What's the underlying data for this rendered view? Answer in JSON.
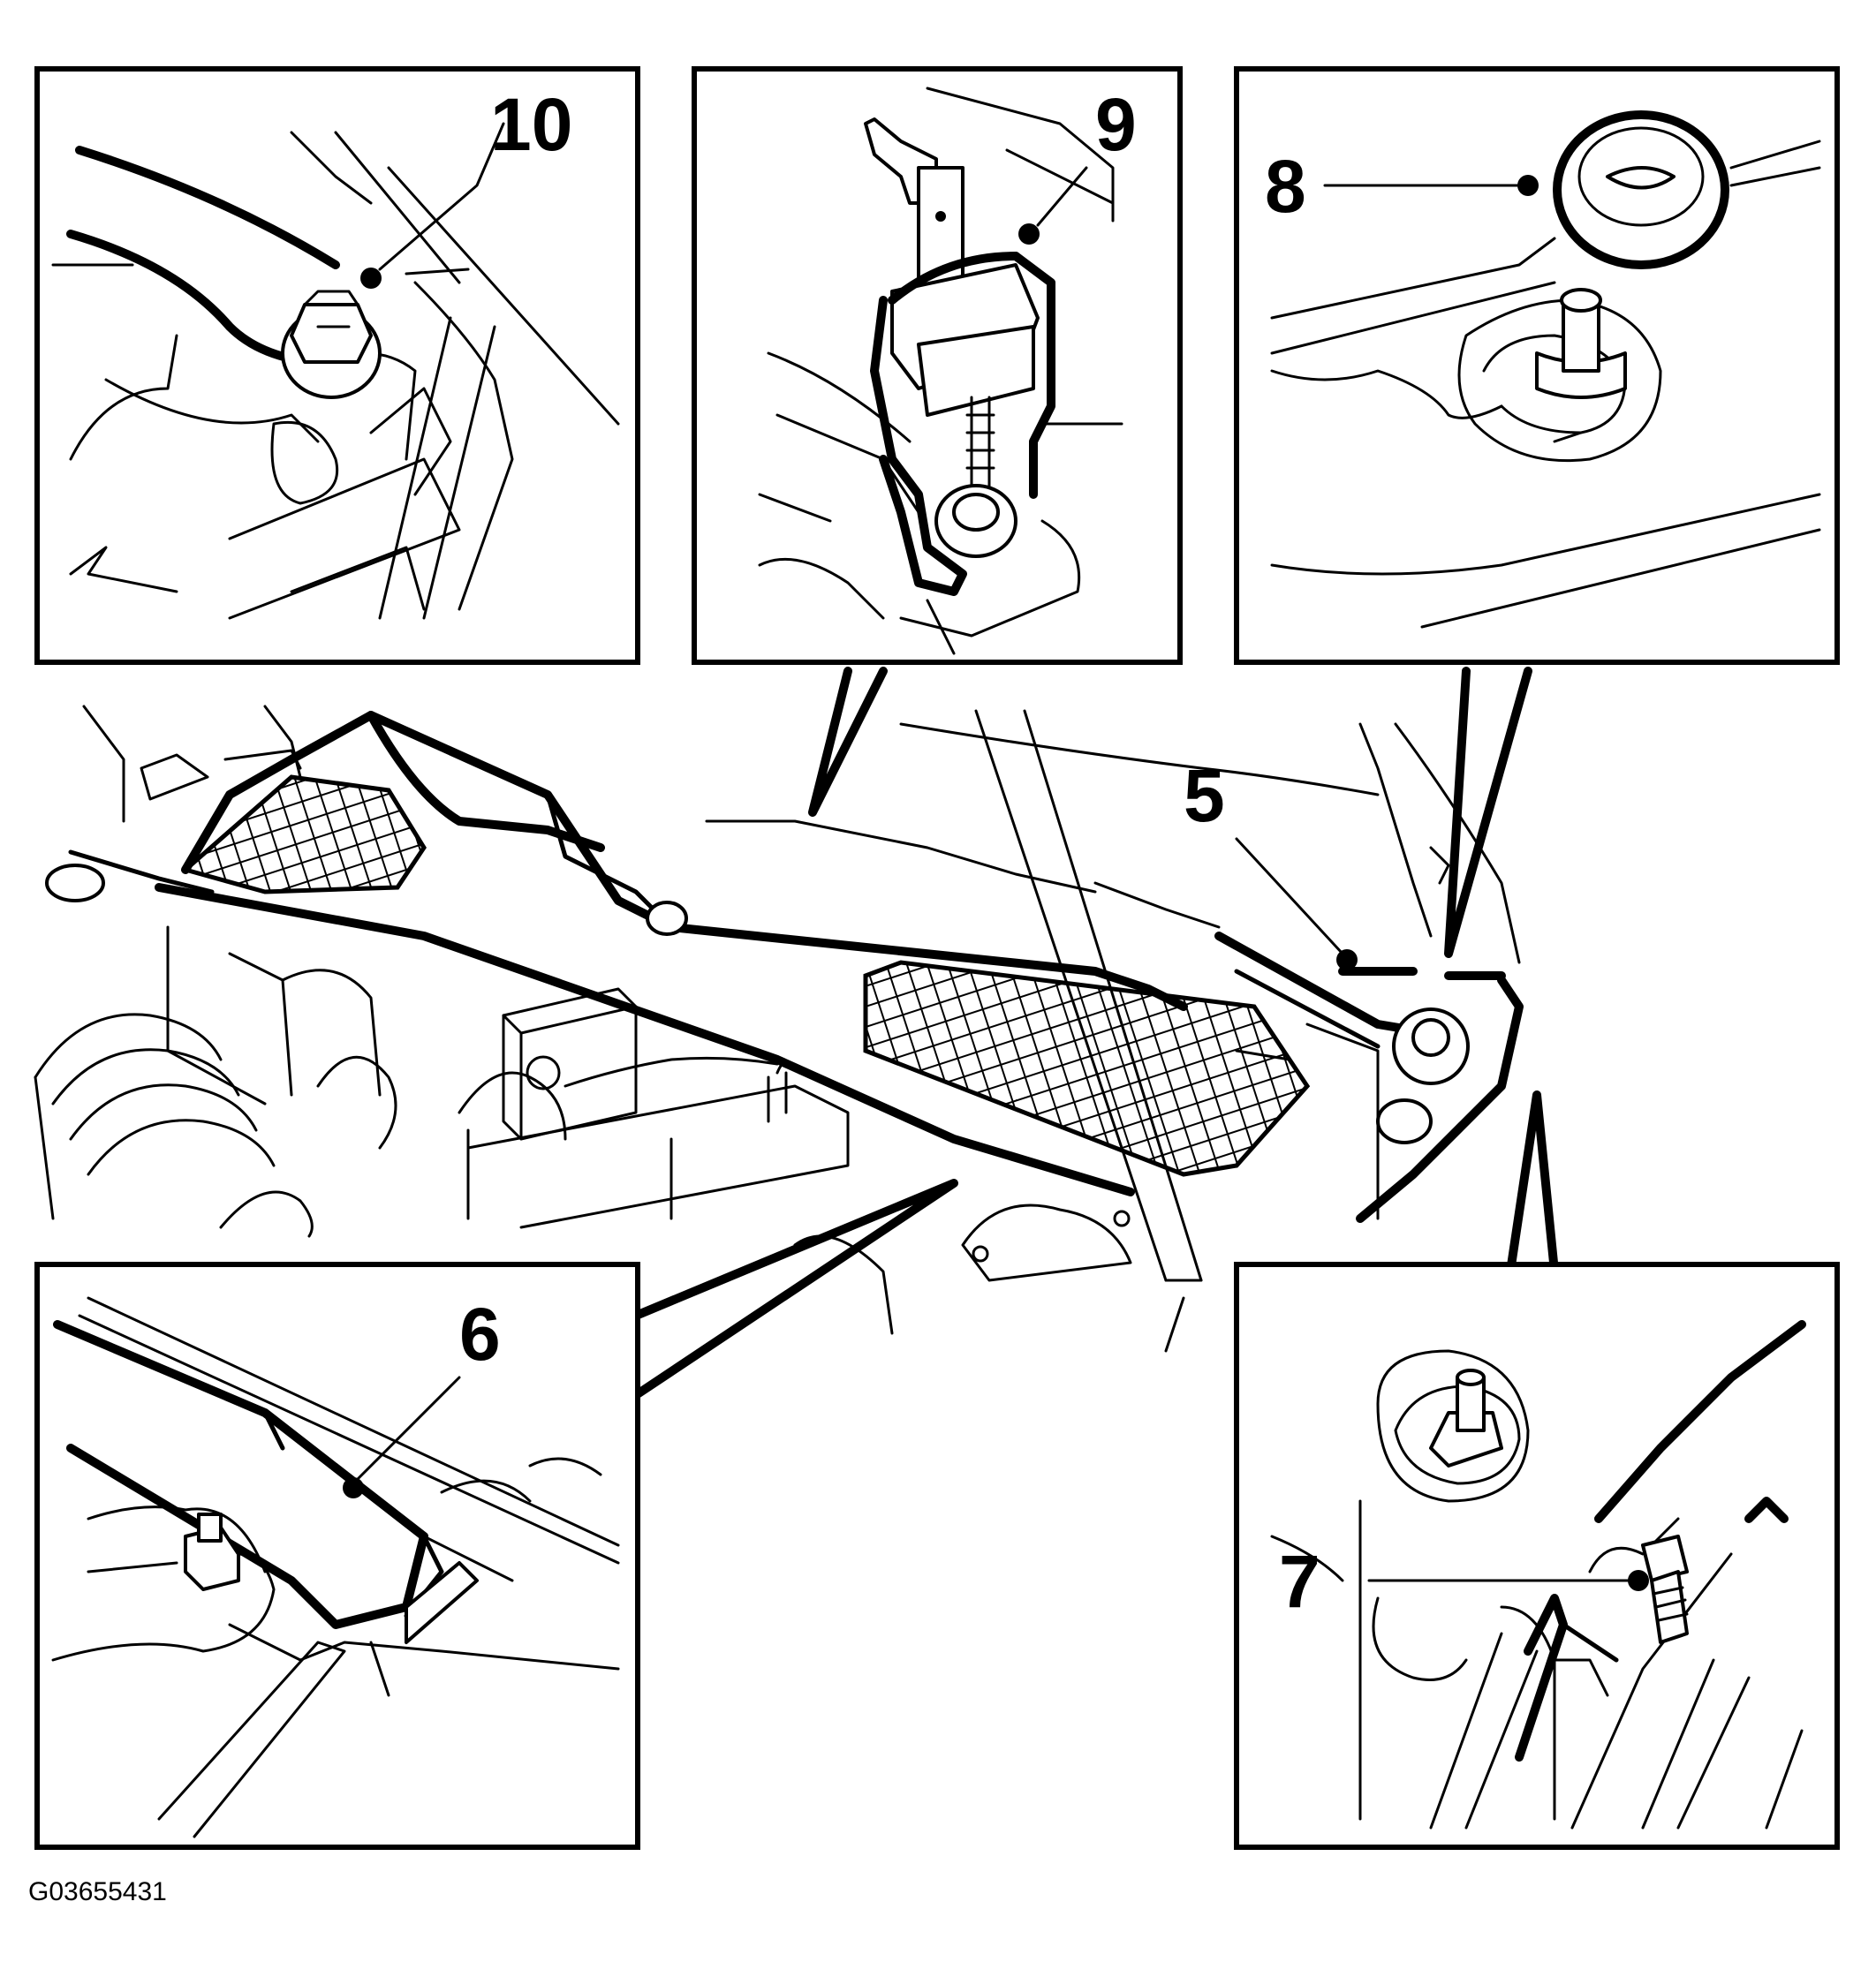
{
  "figure": {
    "callouts": [
      "10",
      "9",
      "8",
      "5",
      "6",
      "7"
    ],
    "code": "G03655431"
  }
}
